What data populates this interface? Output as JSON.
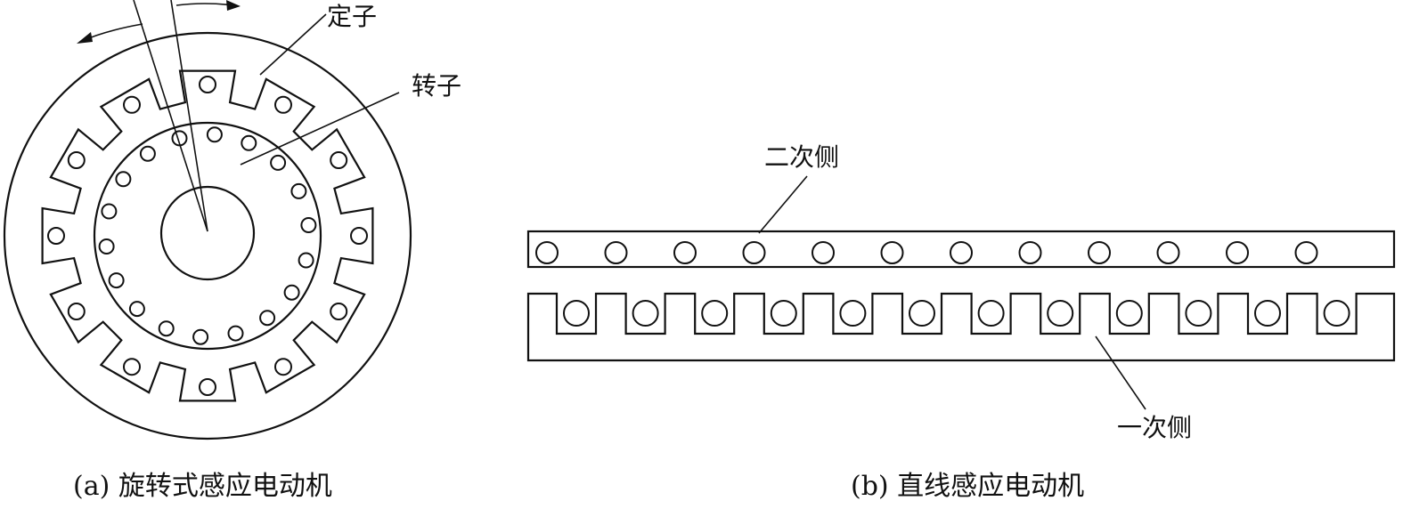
{
  "figure_a": {
    "stator_label": "定子",
    "rotor_label": "转子",
    "caption": "(a) 旋转式感应电动机",
    "stator_slots": 12,
    "rotor_bars": 18
  },
  "figure_b": {
    "secondary_label": "二次侧",
    "primary_label": "一次侧",
    "caption": "(b) 直线感应电动机",
    "secondary_bars": 12,
    "primary_slots": 12
  },
  "colors": {
    "ink": "#111111",
    "background": "#ffffff"
  }
}
